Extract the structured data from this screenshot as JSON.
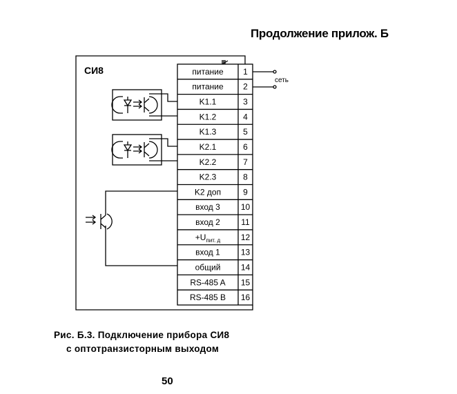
{
  "header": {
    "title": "Продолжение прилож. Б"
  },
  "diagram": {
    "device_label": "СИ8",
    "network_label": "сеть",
    "terminals": [
      {
        "label": "питание",
        "num": "1"
      },
      {
        "label": "питание",
        "num": "2"
      },
      {
        "label": "K1.1",
        "num": "3"
      },
      {
        "label": "K1.2",
        "num": "4"
      },
      {
        "label": "K1.3",
        "num": "5"
      },
      {
        "label": "K2.1",
        "num": "6"
      },
      {
        "label": "K2.2",
        "num": "7"
      },
      {
        "label": "K2.3",
        "num": "8"
      },
      {
        "label": "K2 доп",
        "num": "9"
      },
      {
        "label": "вход 3",
        "num": "10"
      },
      {
        "label": "вход 2",
        "num": "11"
      },
      {
        "label": "+U",
        "sub": "пит. д",
        "num": "12"
      },
      {
        "label": "вход 1",
        "num": "13"
      },
      {
        "label": "общий",
        "num": "14"
      },
      {
        "label": "RS-485 A",
        "num": "15"
      },
      {
        "label": "RS-485 B",
        "num": "16"
      }
    ]
  },
  "caption": {
    "line1": "Рис. Б.3. Подключение прибора СИ8",
    "line2": "с оптотранзисторным выходом"
  },
  "page_number": "50"
}
